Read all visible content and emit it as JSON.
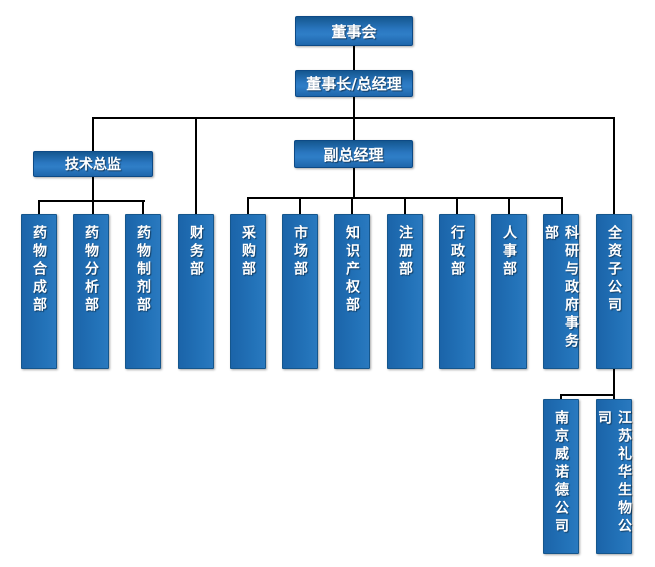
{
  "org_chart": {
    "board": {
      "label": "董事会"
    },
    "chairman": {
      "label": "董事长/总经理",
      "reports_to": "董事会"
    },
    "tech_director": {
      "label": "技术总监",
      "reports_to": "董事长/总经理"
    },
    "vice_gm": {
      "label": "副总经理",
      "reports_to": "董事长/总经理"
    },
    "departments": [
      {
        "label": "药物合成部",
        "reports_to": "技术总监"
      },
      {
        "label": "药物分析部",
        "reports_to": "技术总监"
      },
      {
        "label": "药物制剂部",
        "reports_to": "技术总监"
      },
      {
        "label": "财务部",
        "reports_to": "董事长/总经理"
      },
      {
        "label": "采购部",
        "reports_to": "副总经理"
      },
      {
        "label": "市场部",
        "reports_to": "副总经理"
      },
      {
        "label": "知识产权部",
        "reports_to": "副总经理"
      },
      {
        "label": "注册部",
        "reports_to": "副总经理"
      },
      {
        "label": "行政部",
        "reports_to": "副总经理"
      },
      {
        "label": "人事部",
        "reports_to": "副总经理"
      },
      {
        "label": "科研与政府事务部",
        "reports_to": "副总经理"
      },
      {
        "label": "全资子公司",
        "reports_to": "董事长/总经理"
      }
    ],
    "subsidiaries": [
      {
        "label": "南京威诺德公司",
        "reports_to": "全资子公司"
      },
      {
        "label": "江苏礼华生物公司",
        "reports_to": "全资子公司"
      }
    ],
    "colors": {
      "box_blue": "#1e6bb2",
      "box_blue_dark": "#14578f",
      "box_blue_light": "#2f7ec7",
      "box_border": "#0d4a86",
      "connector": "#000000",
      "text": "#ffffff",
      "background": "#ffffff"
    }
  }
}
